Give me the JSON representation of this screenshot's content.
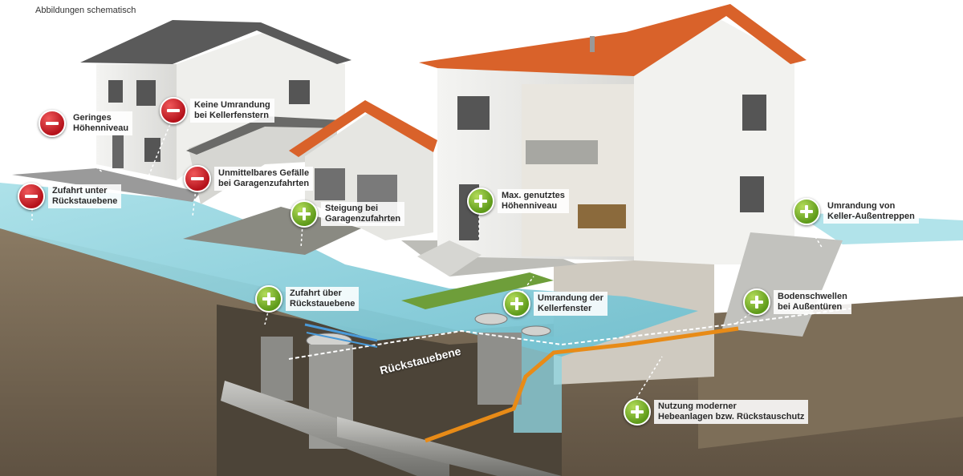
{
  "caption": "Abbildungen schematisch",
  "water_label": "Rückstauebene",
  "colors": {
    "negative": "#c8161e",
    "positive": "#6aab23",
    "water": "#8fd3df",
    "roof": "#d9622a"
  },
  "callouts": [
    {
      "type": "negative",
      "icon": "minus-icon",
      "text": "Geringes\nHöhenniveau"
    },
    {
      "type": "negative",
      "icon": "minus-icon",
      "text": "Keine Umrandung\nbei Kellerfenstern"
    },
    {
      "type": "negative",
      "icon": "minus-icon",
      "text": "Unmittelbares Gefälle\nbei Garagenzufahrten"
    },
    {
      "type": "negative",
      "icon": "minus-icon",
      "text": "Zufahrt unter\nRückstauebene"
    },
    {
      "type": "positive",
      "icon": "plus-icon",
      "text": "Steigung bei\nGaragenzufahrten"
    },
    {
      "type": "positive",
      "icon": "plus-icon",
      "text": "Max. genutztes\nHöhenniveau"
    },
    {
      "type": "positive",
      "icon": "plus-icon",
      "text": "Umrandung von\nKeller-Außentreppen"
    },
    {
      "type": "positive",
      "icon": "plus-icon",
      "text": "Zufahrt über\nRückstauebene"
    },
    {
      "type": "positive",
      "icon": "plus-icon",
      "text": "Umrandung der\nKellerfenster"
    },
    {
      "type": "positive",
      "icon": "plus-icon",
      "text": "Bodenschwellen\nbei Außentüren"
    },
    {
      "type": "positive",
      "icon": "plus-icon",
      "text": "Nutzung moderner\nHebeanlagen bzw. Rückstauschutz"
    }
  ]
}
